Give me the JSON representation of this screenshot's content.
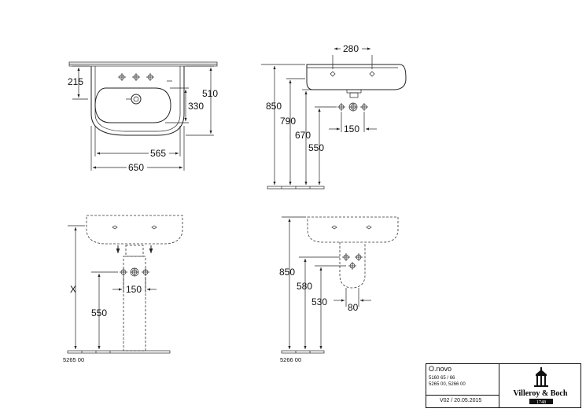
{
  "views": {
    "top": {
      "d215": "215",
      "d510": "510",
      "d330": "330",
      "d565": "565",
      "d650": "650"
    },
    "side_top": {
      "d280": "280",
      "d850": "850",
      "d790": "790",
      "d670": "670",
      "d550": "550",
      "d150": "150"
    },
    "front_pedestal": {
      "dx": "X",
      "d550": "550",
      "d150": "150",
      "code": "5265 00"
    },
    "side_semi": {
      "d850": "850",
      "d580": "580",
      "d530": "530",
      "d80": "80",
      "code": "5266 00"
    }
  },
  "title_block": {
    "name": "O.novo",
    "codes": [
      "5160 65 / 66",
      "5265 00, 5266 00"
    ],
    "version": "V02 / 20.05.2015",
    "logo_text": "Villeroy & Boch",
    "logo_year": "1748"
  }
}
